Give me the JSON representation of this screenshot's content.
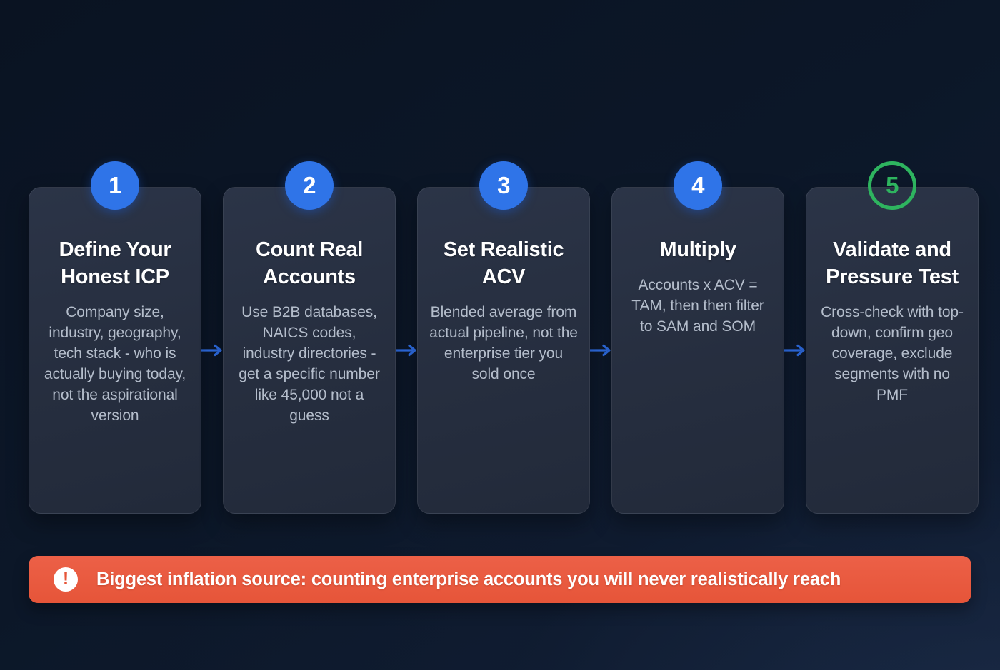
{
  "theme": {
    "background": "#0b1525",
    "card_background": "#272f41",
    "accent_blue": "#2f74e8",
    "accent_green": "#2eb45f",
    "alert_orange": "#e65539",
    "title_color": "#ffffff",
    "body_color": "#b4bdcb"
  },
  "flow": {
    "arrow_icon": "arrow-right-icon",
    "steps": [
      {
        "number": "1",
        "badge_style": "filled-blue",
        "title": "Define Your Honest ICP",
        "description": "Company size, industry, geography, tech stack - who is actually buying today, not the aspirational version"
      },
      {
        "number": "2",
        "badge_style": "filled-blue",
        "title": "Count Real Accounts",
        "description": "Use B2B databases, NAICS codes, industry directories - get a specific number like 45,000 not a guess"
      },
      {
        "number": "3",
        "badge_style": "filled-blue",
        "title": "Set Realistic ACV",
        "description": "Blended average from actual pipeline, not the enterprise tier you sold once"
      },
      {
        "number": "4",
        "badge_style": "filled-blue",
        "title": "Multiply",
        "description": "Accounts x ACV = TAM, then then filter to SAM and SOM"
      },
      {
        "number": "5",
        "badge_style": "outline-green",
        "title": "Validate and Pressure Test",
        "description": "Cross-check with top-down, confirm geo coverage, exclude segments with no PMF"
      }
    ]
  },
  "alert": {
    "icon": "exclamation-circle-icon",
    "icon_glyph": "!",
    "message": "Biggest inflation source: counting enterprise accounts you will never realistically reach"
  }
}
